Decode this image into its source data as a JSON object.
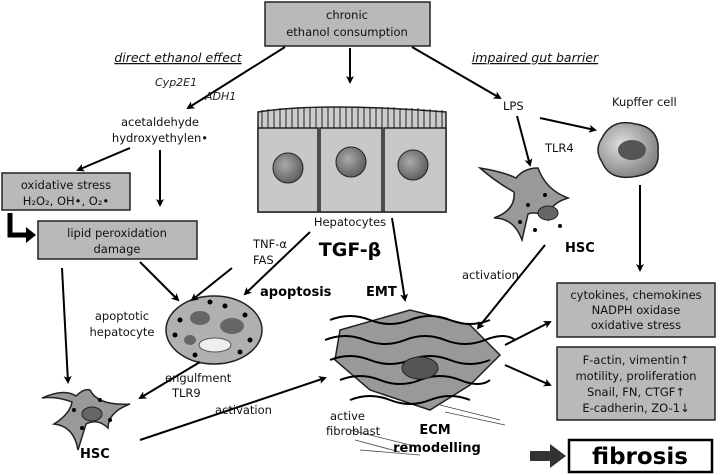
{
  "top_box": {
    "line1": "chronic",
    "line2": "ethanol consumption"
  },
  "headings": {
    "left": "direct ethanol effect",
    "right": "impaired gut barrier"
  },
  "enzymes": {
    "cyp": "Cyp2E1",
    "adh": "ADH1"
  },
  "metabolites": {
    "line1": "acetaldehyde",
    "line2": "hydroxyethylen•"
  },
  "oxidative_box": {
    "line1": "oxidative stress",
    "line2": "H₂O₂, OH•, O₂•"
  },
  "lipid_box": {
    "line1": "lipid peroxidation",
    "line2": "damage"
  },
  "hepatocytes": "Hepatocytes",
  "tnf": "TNF-α",
  "fas": "FAS",
  "tgf": "TGF-β",
  "apoptosis": "apoptosis",
  "emt": "EMT",
  "lps": "LPS",
  "kupffer": "Kupffer cell",
  "tlr4": "TLR4",
  "hsc_right": "HSC",
  "activation_right": "activation",
  "apoptotic": {
    "line1": "apoptotic",
    "line2": "hepatocyte"
  },
  "engulfment": {
    "line1": "engulfment",
    "line2": "TLR9"
  },
  "hsc_left": "HSC",
  "activation_left": "activation",
  "fibroblast": {
    "line1": "active",
    "line2": "fibroblast"
  },
  "ecm": {
    "line1": "ECM",
    "line2": "remodelling"
  },
  "cytokines_box": {
    "line1": "cytokines, chemokines",
    "line2": "NADPH oxidase",
    "line3": "oxidative stress"
  },
  "emt_box": {
    "line1": "F-actin, vimentin↑",
    "line2": "motility, proliferation",
    "line3": "Snail, FN, CTGF↑",
    "line4": "E-cadherin, ZO-1↓"
  },
  "fibrosis": "fibrosis"
}
